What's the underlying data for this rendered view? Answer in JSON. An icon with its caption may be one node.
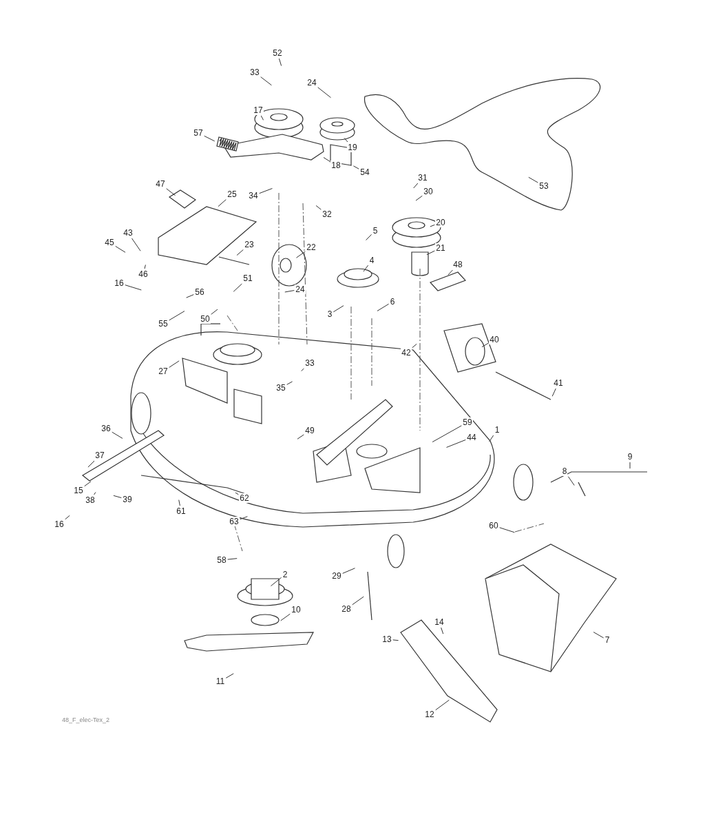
{
  "diagram": {
    "nodes": [
      {
        "text": [
          "52"
        ]
      },
      {
        "text": [
          "33"
        ]
      },
      {
        "text": [
          "17"
        ]
      },
      {
        "text": [
          "24"
        ]
      },
      {
        "text": [
          "19"
        ]
      },
      {
        "text": [
          "57"
        ]
      },
      {
        "text": [
          "18"
        ]
      },
      {
        "text": [
          "54"
        ]
      },
      {
        "text": [
          "34"
        ]
      },
      {
        "text": [
          "32"
        ]
      },
      {
        "text": [
          "53"
        ]
      },
      {
        "text": [
          "31"
        ]
      },
      {
        "text": [
          "30"
        ]
      },
      {
        "text": [
          "20"
        ]
      },
      {
        "text": [
          "21"
        ]
      },
      {
        "text": [
          "47"
        ]
      },
      {
        "text": [
          "25"
        ]
      },
      {
        "text": [
          "5"
        ]
      },
      {
        "text": [
          "23"
        ]
      },
      {
        "text": [
          "22"
        ]
      },
      {
        "text": [
          "43"
        ]
      },
      {
        "text": [
          "45"
        ]
      },
      {
        "text": [
          "46"
        ]
      },
      {
        "text": [
          "4"
        ]
      },
      {
        "text": [
          "24"
        ]
      },
      {
        "text": [
          "48"
        ]
      },
      {
        "text": [
          "16"
        ]
      },
      {
        "text": [
          "51"
        ]
      },
      {
        "text": [
          "56"
        ]
      },
      {
        "text": [
          "3"
        ]
      },
      {
        "text": [
          "6"
        ]
      },
      {
        "text": [
          "50"
        ]
      },
      {
        "text": [
          "55"
        ]
      },
      {
        "text": [
          "42"
        ]
      },
      {
        "text": [
          "40"
        ]
      },
      {
        "text": [
          "27"
        ]
      },
      {
        "text": [
          "33"
        ]
      },
      {
        "text": [
          "35"
        ]
      },
      {
        "text": [
          "41"
        ]
      },
      {
        "text": [
          "49"
        ]
      },
      {
        "text": [
          "36"
        ]
      },
      {
        "text": [
          "59"
        ]
      },
      {
        "text": [
          "44"
        ]
      },
      {
        "text": [
          "1"
        ]
      },
      {
        "text": [
          "37"
        ]
      },
      {
        "text": [
          "9"
        ]
      },
      {
        "text": [
          "15"
        ]
      },
      {
        "text": [
          "38"
        ]
      },
      {
        "text": [
          "39"
        ]
      },
      {
        "text": [
          "8"
        ]
      },
      {
        "text": [
          "61"
        ]
      },
      {
        "text": [
          "62"
        ]
      },
      {
        "text": [
          "63"
        ]
      },
      {
        "text": [
          "16"
        ]
      },
      {
        "text": [
          "60"
        ]
      },
      {
        "text": [
          "58"
        ]
      },
      {
        "text": [
          "2"
        ]
      },
      {
        "text": [
          "29"
        ]
      },
      {
        "text": [
          "28"
        ]
      },
      {
        "text": [
          "10"
        ]
      },
      {
        "text": [
          "14"
        ]
      },
      {
        "text": [
          "13"
        ]
      },
      {
        "text": [
          "7"
        ]
      },
      {
        "text": [
          "11"
        ]
      },
      {
        "text": [
          "12"
        ]
      }
    ],
    "edges": [
      {
        "from": 0,
        "to": null,
        "arrow": "none"
      },
      {
        "from": 1,
        "to": null,
        "arrow": "none"
      },
      {
        "from": 2,
        "to": null,
        "arrow": "none"
      },
      {
        "from": 3,
        "to": null,
        "arrow": "none"
      },
      {
        "from": 4,
        "to": null,
        "arrow": "none"
      },
      {
        "from": 5,
        "to": null,
        "arrow": "none"
      },
      {
        "from": 6,
        "to": null,
        "arrow": "none"
      },
      {
        "from": 7,
        "to": null,
        "arrow": "none"
      },
      {
        "from": 8,
        "to": null,
        "arrow": "none"
      },
      {
        "from": 9,
        "to": null,
        "arrow": "none"
      },
      {
        "from": 10,
        "to": null,
        "arrow": "none"
      },
      {
        "from": 11,
        "to": null,
        "arrow": "none"
      },
      {
        "from": 12,
        "to": null,
        "arrow": "none"
      },
      {
        "from": 13,
        "to": null,
        "arrow": "none"
      },
      {
        "from": 14,
        "to": null,
        "arrow": "none"
      },
      {
        "from": 15,
        "to": null,
        "arrow": "none"
      },
      {
        "from": 16,
        "to": null,
        "arrow": "none"
      },
      {
        "from": 17,
        "to": null,
        "arrow": "none"
      },
      {
        "from": 18,
        "to": null,
        "arrow": "none"
      },
      {
        "from": 19,
        "to": null,
        "arrow": "none"
      },
      {
        "from": 20,
        "to": null,
        "arrow": "none"
      },
      {
        "from": 21,
        "to": null,
        "arrow": "none"
      },
      {
        "from": 22,
        "to": null,
        "arrow": "none"
      },
      {
        "from": 23,
        "to": null,
        "arrow": "none"
      },
      {
        "from": 24,
        "to": null,
        "arrow": "none"
      },
      {
        "from": 25,
        "to": null,
        "arrow": "none"
      },
      {
        "from": 26,
        "to": null,
        "arrow": "none"
      },
      {
        "from": 27,
        "to": null,
        "arrow": "none"
      },
      {
        "from": 28,
        "to": null,
        "arrow": "none"
      },
      {
        "from": 29,
        "to": null,
        "arrow": "none"
      },
      {
        "from": 30,
        "to": null,
        "arrow": "none"
      },
      {
        "from": 31,
        "to": null,
        "arrow": "none"
      },
      {
        "from": 32,
        "to": null,
        "arrow": "none"
      },
      {
        "from": 33,
        "to": null,
        "arrow": "none"
      },
      {
        "from": 34,
        "to": null,
        "arrow": "none"
      },
      {
        "from": 35,
        "to": null,
        "arrow": "none"
      },
      {
        "from": 36,
        "to": null,
        "arrow": "none"
      },
      {
        "from": 37,
        "to": null,
        "arrow": "none"
      },
      {
        "from": 38,
        "to": null,
        "arrow": "none"
      },
      {
        "from": 39,
        "to": null,
        "arrow": "none"
      },
      {
        "from": 40,
        "to": null,
        "arrow": "none"
      },
      {
        "from": 41,
        "to": null,
        "arrow": "none"
      },
      {
        "from": 42,
        "to": null,
        "arrow": "none"
      },
      {
        "from": 43,
        "to": null,
        "arrow": "none"
      },
      {
        "from": 44,
        "to": null,
        "arrow": "none"
      },
      {
        "from": 45,
        "to": null,
        "arrow": "none"
      },
      {
        "from": 46,
        "to": null,
        "arrow": "none"
      },
      {
        "from": 47,
        "to": null,
        "arrow": "none"
      },
      {
        "from": 48,
        "to": null,
        "arrow": "none"
      },
      {
        "from": 49,
        "to": null,
        "arrow": "none"
      },
      {
        "from": 50,
        "to": null,
        "arrow": "none"
      },
      {
        "from": 51,
        "to": null,
        "arrow": "none"
      },
      {
        "from": 52,
        "to": null,
        "arrow": "none"
      },
      {
        "from": 53,
        "to": null,
        "arrow": "none"
      },
      {
        "from": 54,
        "to": null,
        "arrow": "none"
      },
      {
        "from": 55,
        "to": null,
        "arrow": "none"
      },
      {
        "from": 56,
        "to": null,
        "arrow": "none"
      },
      {
        "from": 57,
        "to": null,
        "arrow": "none"
      },
      {
        "from": 58,
        "to": null,
        "arrow": "none"
      },
      {
        "from": 59,
        "to": null,
        "arrow": "none"
      },
      {
        "from": 60,
        "to": null,
        "arrow": "none"
      },
      {
        "from": 61,
        "to": null,
        "arrow": "none"
      },
      {
        "from": 62,
        "to": null,
        "arrow": "none"
      },
      {
        "from": 63,
        "to": null,
        "arrow": "none"
      },
      {
        "from": 64,
        "to": null,
        "arrow": "none"
      }
    ],
    "labels": [
      "48_F_elec-Tex_2"
    ]
  }
}
